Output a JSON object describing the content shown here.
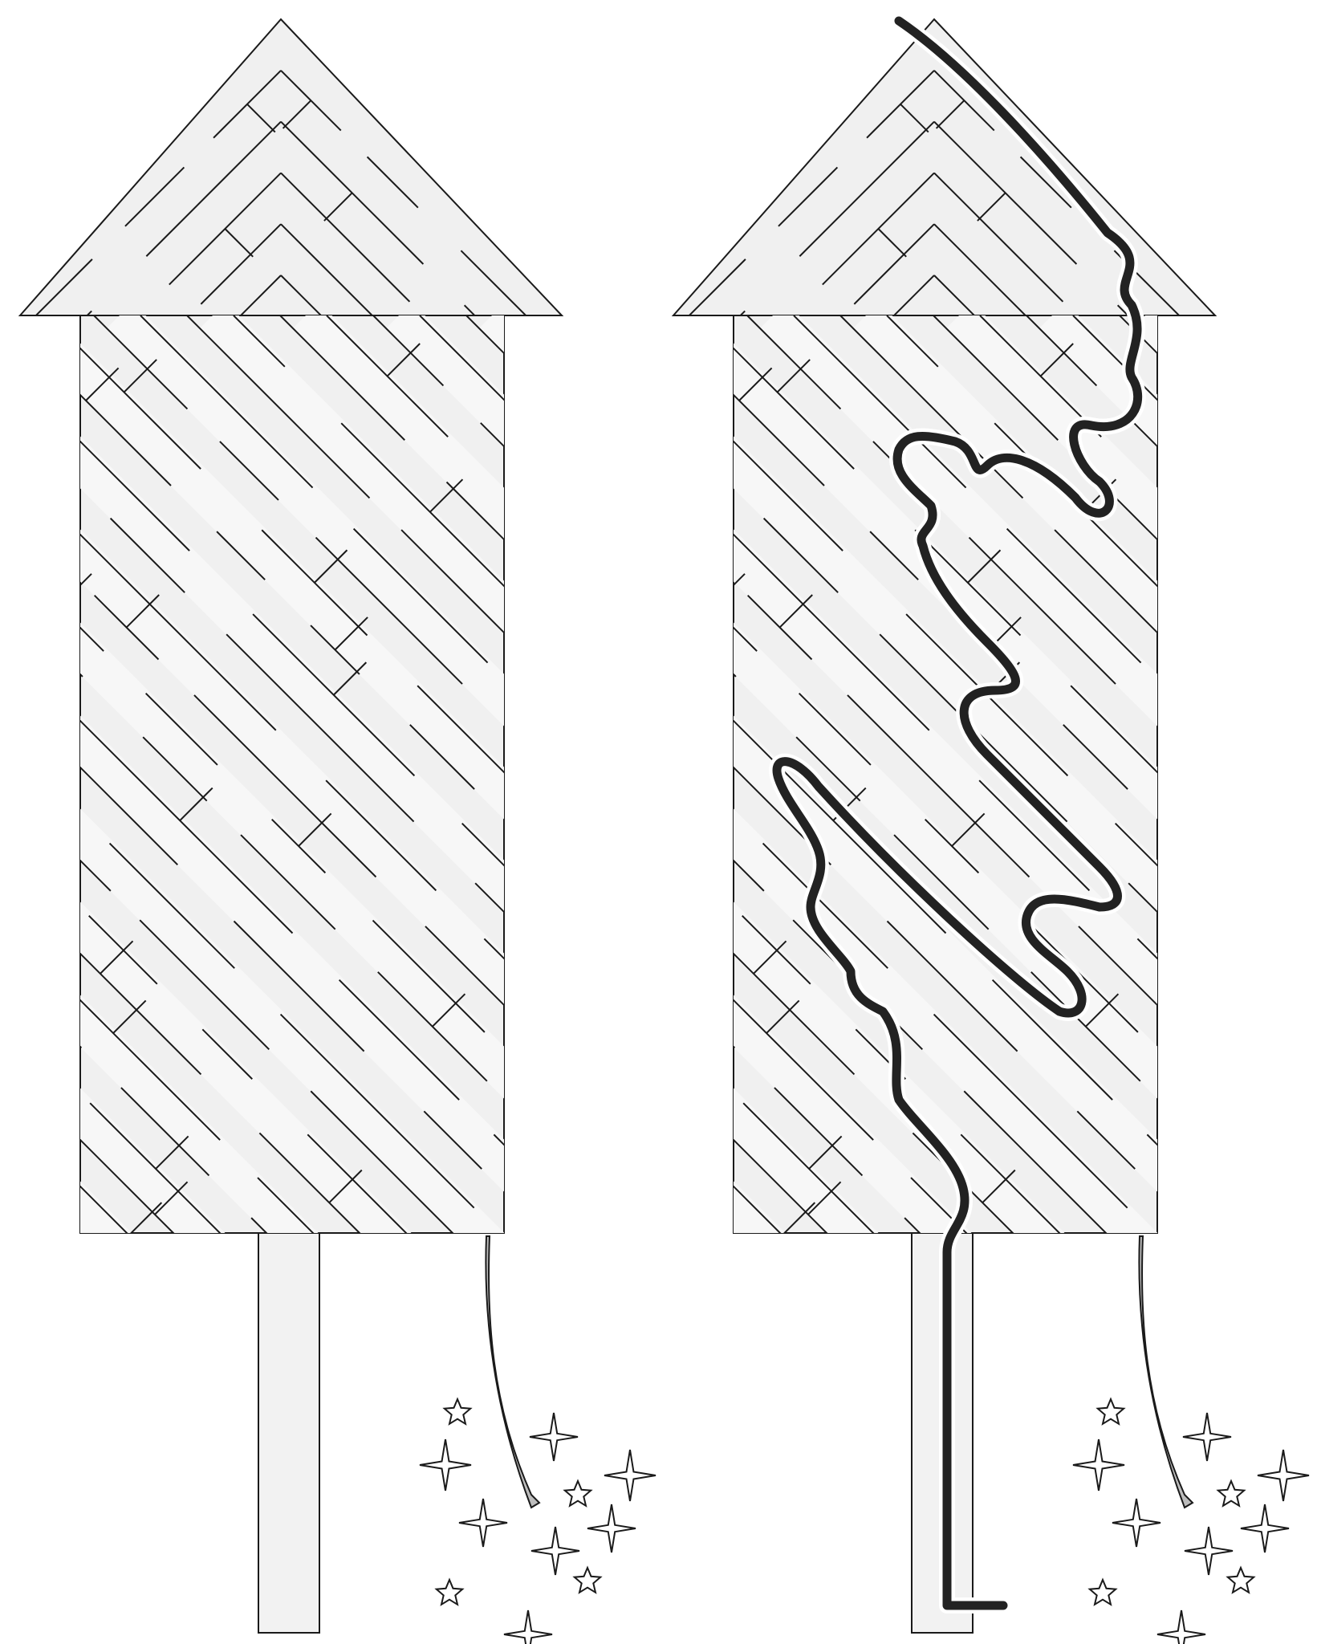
{
  "puzzle": {
    "type": "maze",
    "theme": "firework rocket",
    "panels": [
      "unsolved",
      "solved"
    ]
  },
  "colors": {
    "background": "#ffffff",
    "maze_fill": "#f0f0f0",
    "corridor_highlight": "#f7f7f7",
    "wall": "#1a1a1a",
    "solution_path": "#222222",
    "fuse_fill": "#bdbdbd"
  },
  "icons": [
    "star-icon",
    "sparkle-icon"
  ]
}
